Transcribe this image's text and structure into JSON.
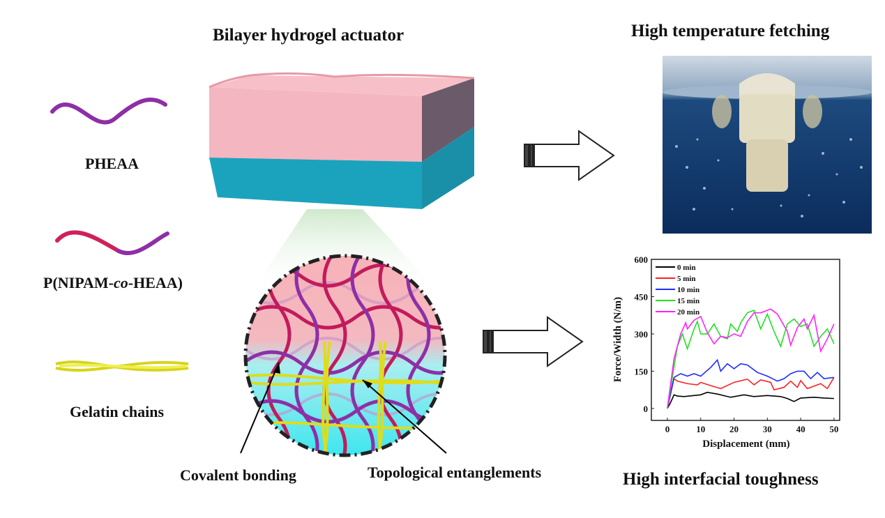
{
  "titles": {
    "actuator": "Bilayer hydrogel actuator",
    "fetching": "High temperature fetching",
    "toughness": "High interfacial toughness"
  },
  "legend_left": {
    "pheaa": "PHEAA",
    "copolymer_prefix": "P(NIPAM-",
    "copolymer_italic": "co",
    "copolymer_suffix": "-HEAA)",
    "gelatin": "Gelatin chains"
  },
  "callouts": {
    "covalent": "Covalent bonding",
    "topological": "Topological entanglements"
  },
  "colors": {
    "pink_layer": "#f2aab5",
    "teal_layer": "#1b9fba",
    "pheaa": "#8e2fa6",
    "nipam": "#d0205a",
    "gelatin": "#e3e21a"
  },
  "chart_data": {
    "type": "line",
    "xlabel": "Displacement (mm)",
    "ylabel": "Force/Width (N/m)",
    "xlim": [
      -4.8,
      51.7
    ],
    "ylim": [
      -48,
      600
    ],
    "xticks": [
      0,
      10,
      20,
      30,
      40,
      50
    ],
    "yticks": [
      0,
      150,
      300,
      450,
      600
    ],
    "legend_position": "top-left",
    "series": [
      {
        "name": "0 min",
        "color": "#000000",
        "points": [
          [
            0,
            0
          ],
          [
            1,
            25
          ],
          [
            2,
            55
          ],
          [
            3,
            50
          ],
          [
            5,
            48
          ],
          [
            8,
            52
          ],
          [
            10,
            55
          ],
          [
            12,
            65
          ],
          [
            15,
            58
          ],
          [
            19,
            45
          ],
          [
            23,
            55
          ],
          [
            26,
            48
          ],
          [
            30,
            52
          ],
          [
            34,
            48
          ],
          [
            36,
            40
          ],
          [
            38,
            28
          ],
          [
            40,
            42
          ],
          [
            44,
            45
          ],
          [
            47,
            42
          ],
          [
            50,
            40
          ]
        ]
      },
      {
        "name": "5 min",
        "color": "#ff2020",
        "points": [
          [
            0,
            0
          ],
          [
            2,
            120
          ],
          [
            3,
            110
          ],
          [
            6,
            100
          ],
          [
            9,
            95
          ],
          [
            10,
            105
          ],
          [
            13,
            92
          ],
          [
            16,
            80
          ],
          [
            20,
            105
          ],
          [
            24,
            118
          ],
          [
            26,
            95
          ],
          [
            28,
            115
          ],
          [
            31,
            105
          ],
          [
            32,
            75
          ],
          [
            35,
            85
          ],
          [
            37,
            110
          ],
          [
            39,
            85
          ],
          [
            40,
            112
          ],
          [
            42,
            80
          ],
          [
            46,
            100
          ],
          [
            48,
            80
          ],
          [
            50,
            125
          ]
        ]
      },
      {
        "name": "10 min",
        "color": "#1f2bff",
        "points": [
          [
            0,
            0
          ],
          [
            2,
            125
          ],
          [
            4,
            140
          ],
          [
            6,
            130
          ],
          [
            8,
            140
          ],
          [
            10,
            130
          ],
          [
            13,
            165
          ],
          [
            15,
            195
          ],
          [
            16,
            150
          ],
          [
            18,
            180
          ],
          [
            20,
            160
          ],
          [
            22,
            180
          ],
          [
            24,
            175
          ],
          [
            27,
            145
          ],
          [
            30,
            130
          ],
          [
            33,
            110
          ],
          [
            35,
            120
          ],
          [
            37,
            140
          ],
          [
            39,
            150
          ],
          [
            41,
            150
          ],
          [
            43,
            120
          ],
          [
            45,
            145
          ],
          [
            47,
            120
          ],
          [
            50,
            125
          ]
        ]
      },
      {
        "name": "15 min",
        "color": "#22e022",
        "points": [
          [
            0,
            0
          ],
          [
            3,
            250
          ],
          [
            4.5,
            300
          ],
          [
            6,
            240
          ],
          [
            8,
            320
          ],
          [
            9,
            350
          ],
          [
            10,
            300
          ],
          [
            12,
            300
          ],
          [
            14,
            340
          ],
          [
            16,
            290
          ],
          [
            18,
            280
          ],
          [
            19,
            340
          ],
          [
            21,
            310
          ],
          [
            22,
            345
          ],
          [
            24,
            385
          ],
          [
            26,
            395
          ],
          [
            28,
            320
          ],
          [
            30,
            380
          ],
          [
            32,
            310
          ],
          [
            34,
            250
          ],
          [
            36,
            340
          ],
          [
            38,
            360
          ],
          [
            40,
            330
          ],
          [
            42,
            340
          ],
          [
            44,
            250
          ],
          [
            46,
            290
          ],
          [
            48,
            320
          ],
          [
            50,
            260
          ]
        ]
      },
      {
        "name": "20 min",
        "color": "#ff20ff",
        "points": [
          [
            0,
            0
          ],
          [
            2,
            200
          ],
          [
            4,
            300
          ],
          [
            5.5,
            345
          ],
          [
            6,
            320
          ],
          [
            8,
            355
          ],
          [
            10,
            370
          ],
          [
            12,
            305
          ],
          [
            14,
            260
          ],
          [
            16,
            290
          ],
          [
            18,
            285
          ],
          [
            20,
            300
          ],
          [
            22,
            290
          ],
          [
            24,
            350
          ],
          [
            26,
            385
          ],
          [
            28,
            385
          ],
          [
            31,
            400
          ],
          [
            33,
            380
          ],
          [
            36,
            310
          ],
          [
            37,
            255
          ],
          [
            39,
            325
          ],
          [
            41,
            360
          ],
          [
            42,
            320
          ],
          [
            44,
            375
          ],
          [
            46,
            230
          ],
          [
            48,
            280
          ],
          [
            50,
            340
          ]
        ]
      }
    ]
  }
}
